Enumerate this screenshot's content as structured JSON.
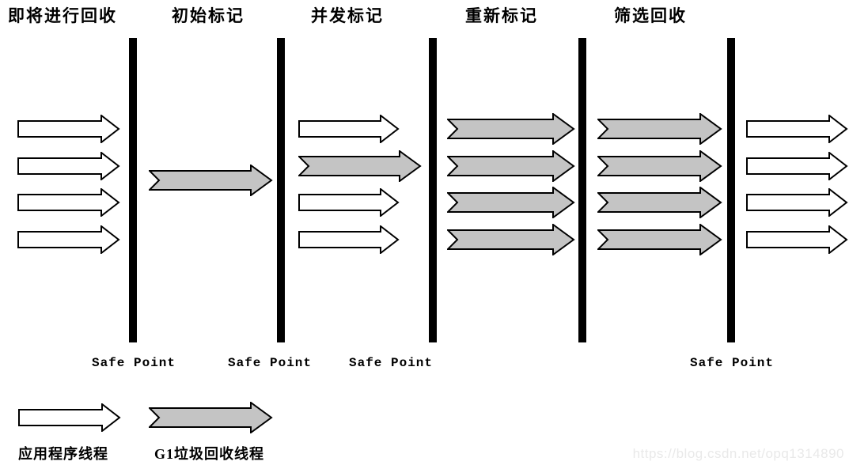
{
  "diagram": {
    "phases": [
      {
        "label": "即将进行回收"
      },
      {
        "label": "初始标记"
      },
      {
        "label": "并发标记"
      },
      {
        "label": "重新标记"
      },
      {
        "label": "筛选回收"
      }
    ],
    "columns": [
      {
        "phase": "即将进行回收",
        "arrows": [
          "app",
          "app",
          "app",
          "app"
        ]
      },
      {
        "phase": "初始标记",
        "arrows": [
          "gc"
        ]
      },
      {
        "phase": "并发标记",
        "arrows": [
          "app",
          "gc",
          "app",
          "app"
        ]
      },
      {
        "phase": "重新标记",
        "arrows": [
          "gc",
          "gc",
          "gc",
          "gc"
        ]
      },
      {
        "phase": "筛选回收",
        "arrows": [
          "gc",
          "gc",
          "gc",
          "gc"
        ]
      },
      {
        "phase": "",
        "arrows": [
          "app",
          "app",
          "app",
          "app"
        ]
      }
    ],
    "safe_points": [
      {
        "label": "Safe Point"
      },
      {
        "label": "Safe Point"
      },
      {
        "label": "Safe Point"
      },
      {
        "label": "Safe Point"
      }
    ],
    "legend": [
      {
        "type": "app",
        "label": "应用程序线程"
      },
      {
        "type": "gc",
        "label": "G1垃圾回收线程"
      }
    ],
    "watermark": "https://blog.csdn.net/opq1314890",
    "colors": {
      "app_arrow_fill": "#ffffff",
      "gc_arrow_fill": "#c4c4c4",
      "arrow_outline": "#000000",
      "safe_point_bar": "#000000",
      "watermark_text": "#e9e9e9"
    }
  }
}
